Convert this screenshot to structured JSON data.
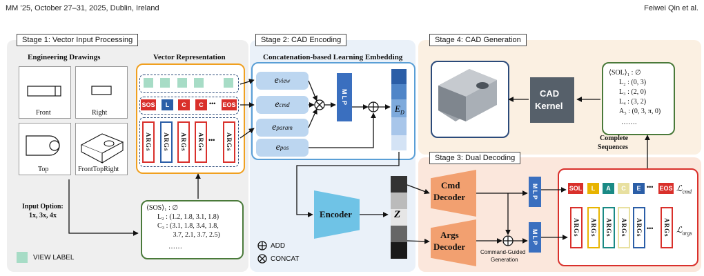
{
  "header": {
    "left": "MM ’25, October 27–31, 2025, Dublin, Ireland",
    "right": "Feiwei Qin et al."
  },
  "stage1": {
    "label": "Stage 1: Vector Input Processing",
    "drawings_title": "Engineering Drawings",
    "views": [
      "Front",
      "Right",
      "Top",
      "FrontTopRight"
    ],
    "vector_title": "Vector Representation",
    "tokens": [
      {
        "text": "SOS",
        "color": "#d9302b"
      },
      {
        "text": "L",
        "color": "#2b5ea7"
      },
      {
        "text": "C",
        "color": "#d9302b"
      },
      {
        "text": "C",
        "color": "#d9302b"
      },
      {
        "text": "EOS",
        "color": "#d9302b"
      }
    ],
    "dots": "•••",
    "arg_text": "ARGs",
    "input_option_line1": "Input Option:",
    "input_option_line2": "1x, 3x, 4x",
    "sequence": [
      "⟨SOS⟩₁ : ∅",
      "L₂ : (1.2, 1.8, 3.1, 1.8)",
      "C₃ : (3.1, 1.8, 3.4, 1.8,",
      "         3.7, 2.1, 3.7, 2.5)",
      "……"
    ],
    "legend_view_label": "VIEW LABEL",
    "view_label_color": "#a7dcc6"
  },
  "stage2": {
    "label": "Stage 2: CAD Encoding",
    "title": "Concatenation-based Learning Embedding",
    "embeds": [
      "e",
      "e",
      "e",
      "e"
    ],
    "embed_sup": [
      "view",
      "cmd",
      "param",
      "pos"
    ],
    "mlp": "MLP",
    "ed": "E",
    "ed_sub": "D",
    "encoder": "Encoder",
    "z": "Z",
    "legend_add": "ADD",
    "legend_concat": "CONCAT"
  },
  "stage3": {
    "label": "Stage 3: Dual Decoding",
    "cmd_decoder": [
      "Cmd",
      "Decoder"
    ],
    "args_decoder": [
      "Args",
      "Decoder"
    ],
    "guided": [
      "Command-Guided",
      "Generation"
    ],
    "mlp": "MLP",
    "out_tokens": [
      {
        "text": "SOL",
        "color": "#d9302b"
      },
      {
        "text": "L",
        "color": "#e8b400"
      },
      {
        "text": "A",
        "color": "#1a8a85"
      },
      {
        "text": "C",
        "color": "#e8e0a0"
      },
      {
        "text": "E",
        "color": "#2b5ea7"
      },
      {
        "text": "EOS",
        "color": "#d9302b"
      }
    ],
    "loss_cmd": "ℒ",
    "loss_cmd_sub": "cmd",
    "loss_args": "ℒ",
    "loss_args_sub": "args",
    "arg_text": "ARGs",
    "dots": "•••"
  },
  "stage4": {
    "label": "Stage 4: CAD Generation",
    "kernel": [
      "CAD",
      "Kernel"
    ],
    "complete": [
      "Complete",
      "Sequences"
    ],
    "sequence": [
      "⟨SOL⟩₁ : ∅",
      "L₂ : (0, 3)",
      "L₃ : (2, 0)",
      "L₄ : (3, 2)",
      "A₅ : (0, 3, π, 0)",
      "……."
    ]
  }
}
